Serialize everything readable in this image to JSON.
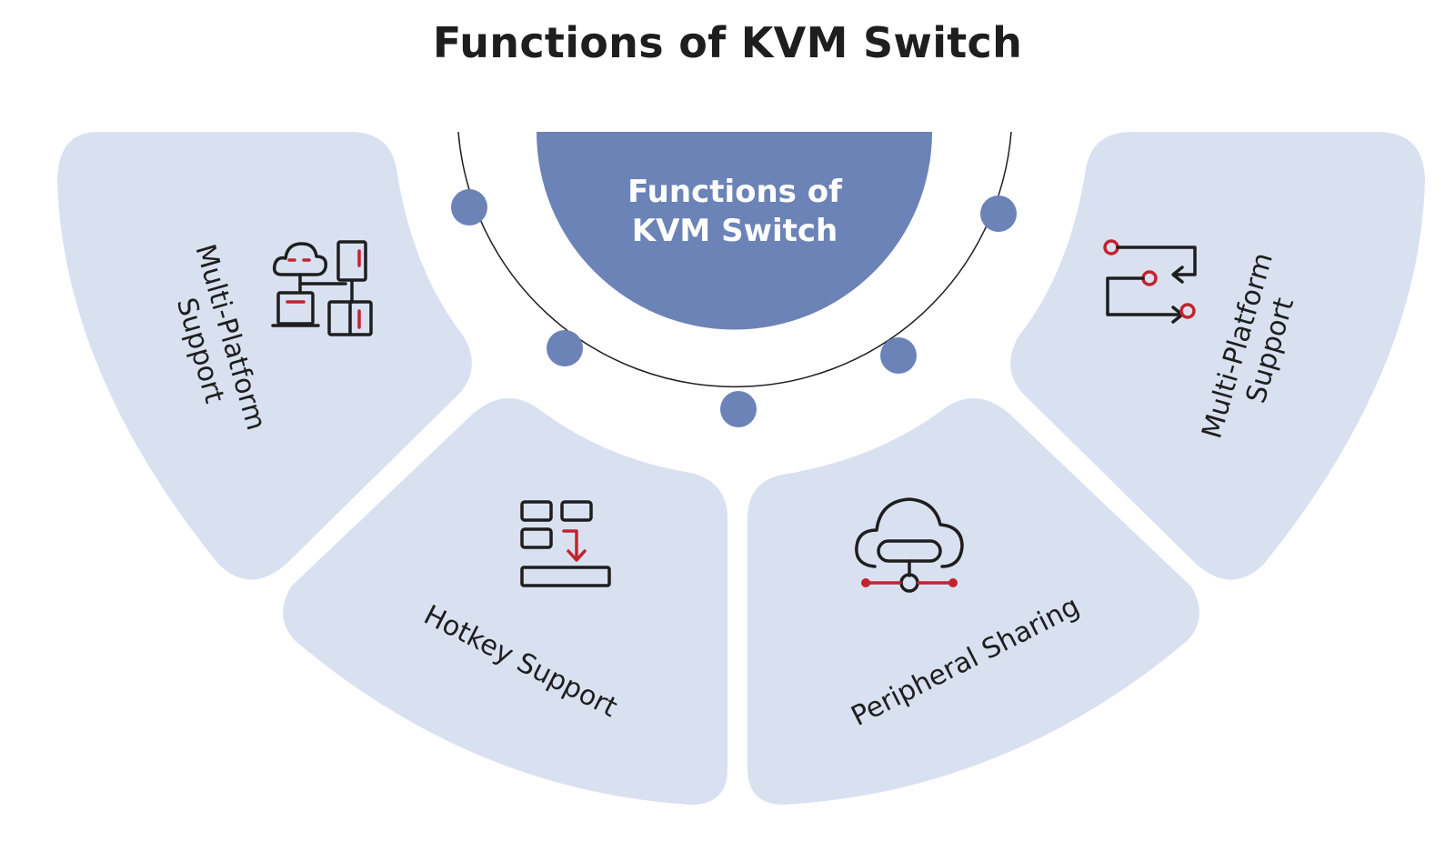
{
  "title": "Functions of KVM Switch",
  "center": {
    "line1": "Functions of",
    "line2": "KVM Switch"
  },
  "segments": [
    {
      "label_line1": "Multi-Platform",
      "label_line2": "Support",
      "icon": "network-devices-icon"
    },
    {
      "label": "Hotkey Support",
      "icon": "hotkey-layout-icon"
    },
    {
      "label": "Peripheral Sharing",
      "icon": "cloud-share-icon"
    },
    {
      "label_line1": "Multi-Platform",
      "label_line2": "Support",
      "icon": "switch-arrows-icon"
    }
  ],
  "colors": {
    "petal": "#d9e1f1",
    "center": "#6b83b6",
    "accent": "#c3232f",
    "text": "#1e1e1e"
  }
}
